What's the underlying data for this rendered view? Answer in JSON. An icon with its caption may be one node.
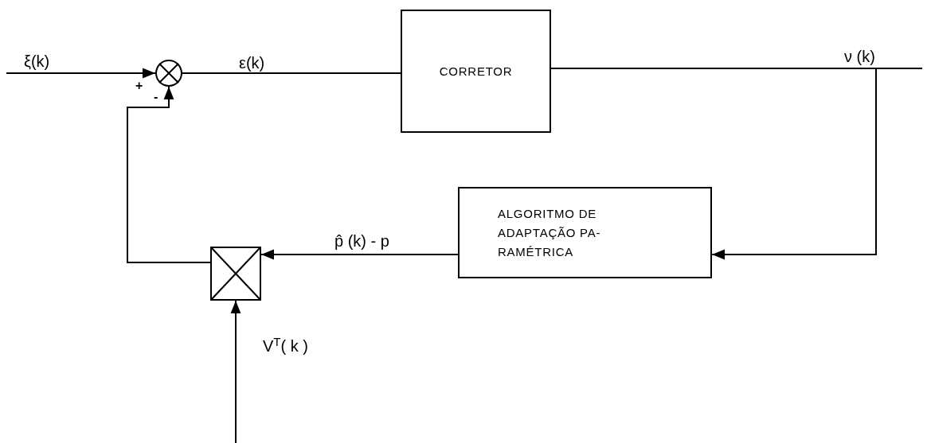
{
  "diagram": {
    "nodes": [
      {
        "text": [],
        "shape": "circle"
      },
      {
        "text": [
          "CORRETOR"
        ]
      },
      {
        "text": [
          "ALGORITMO DE ADAPTAÇÃO PA- RAMÉTRICA"
        ]
      },
      {
        "text": [],
        "shape": "box"
      }
    ],
    "edges": [
      {
        "from": null,
        "to": 0,
        "arrow": "to",
        "label": "ξ(k)"
      },
      {
        "from": 0,
        "to": 1,
        "arrow": "none",
        "label": "ε(k)"
      },
      {
        "from": 1,
        "to": null,
        "arrow": "none",
        "label": "ν (k)"
      },
      {
        "from": 1,
        "to": 2,
        "arrow": "to"
      },
      {
        "from": 2,
        "to": 3,
        "arrow": "to",
        "label": "p̂ (k) - p"
      },
      {
        "from": 3,
        "to": 0,
        "arrow": "to"
      },
      {
        "from": null,
        "to": 3,
        "arrow": "to",
        "label": "V$^{T}$( k )"
      }
    ],
    "labels": [
      "+",
      "-"
    ]
  }
}
